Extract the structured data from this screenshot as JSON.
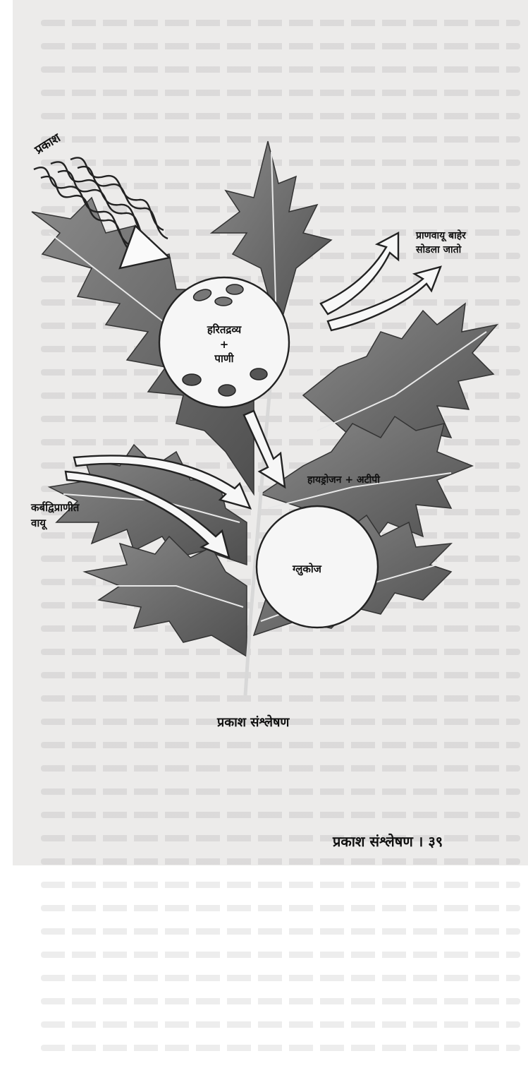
{
  "diagram": {
    "light_label": "प्रकाश",
    "oxygen_label_line1": "प्राणवायू बाहेर",
    "oxygen_label_line2": "सोडला जातो",
    "upper_circle": {
      "line1": "हरितद्रव्य",
      "line2": "+",
      "line3": "पाणी"
    },
    "hydrogen_atp_label": "हायड्रोजन + अटीपी",
    "co2_label_line1": "कर्बद्विप्राणीत",
    "co2_label_line2": "वायू",
    "lower_circle_label": "ग्लुकोज",
    "caption": "प्रकाश संश्लेषण"
  },
  "footer": {
    "text": "प्रकाश संश्लेषण । ३९"
  },
  "colors": {
    "paper": "#ecebea",
    "leaf": "#6e6e6e",
    "ink": "#111111"
  }
}
